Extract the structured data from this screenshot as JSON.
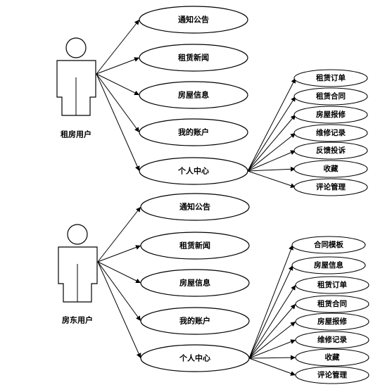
{
  "diagram": {
    "tenant": {
      "actor_label": "租房用户",
      "use_cases": [
        "通知公告",
        "租赁新闻",
        "房屋信息",
        "我的账户",
        "个人中心"
      ],
      "personal_center_items": [
        "租赁订单",
        "租赁合同",
        "房屋报修",
        "维修记录",
        "反馈投诉",
        "收藏",
        "评论管理"
      ]
    },
    "landlord": {
      "actor_label": "房东用户",
      "use_cases": [
        "通知公告",
        "租赁新闻",
        "房屋信息",
        "我的账户",
        "个人中心"
      ],
      "personal_center_items": [
        "合同模板",
        "房屋信息",
        "租赁订单",
        "租赁合同",
        "房屋报修",
        "维修记录",
        "收藏",
        "评论管理"
      ]
    }
  }
}
